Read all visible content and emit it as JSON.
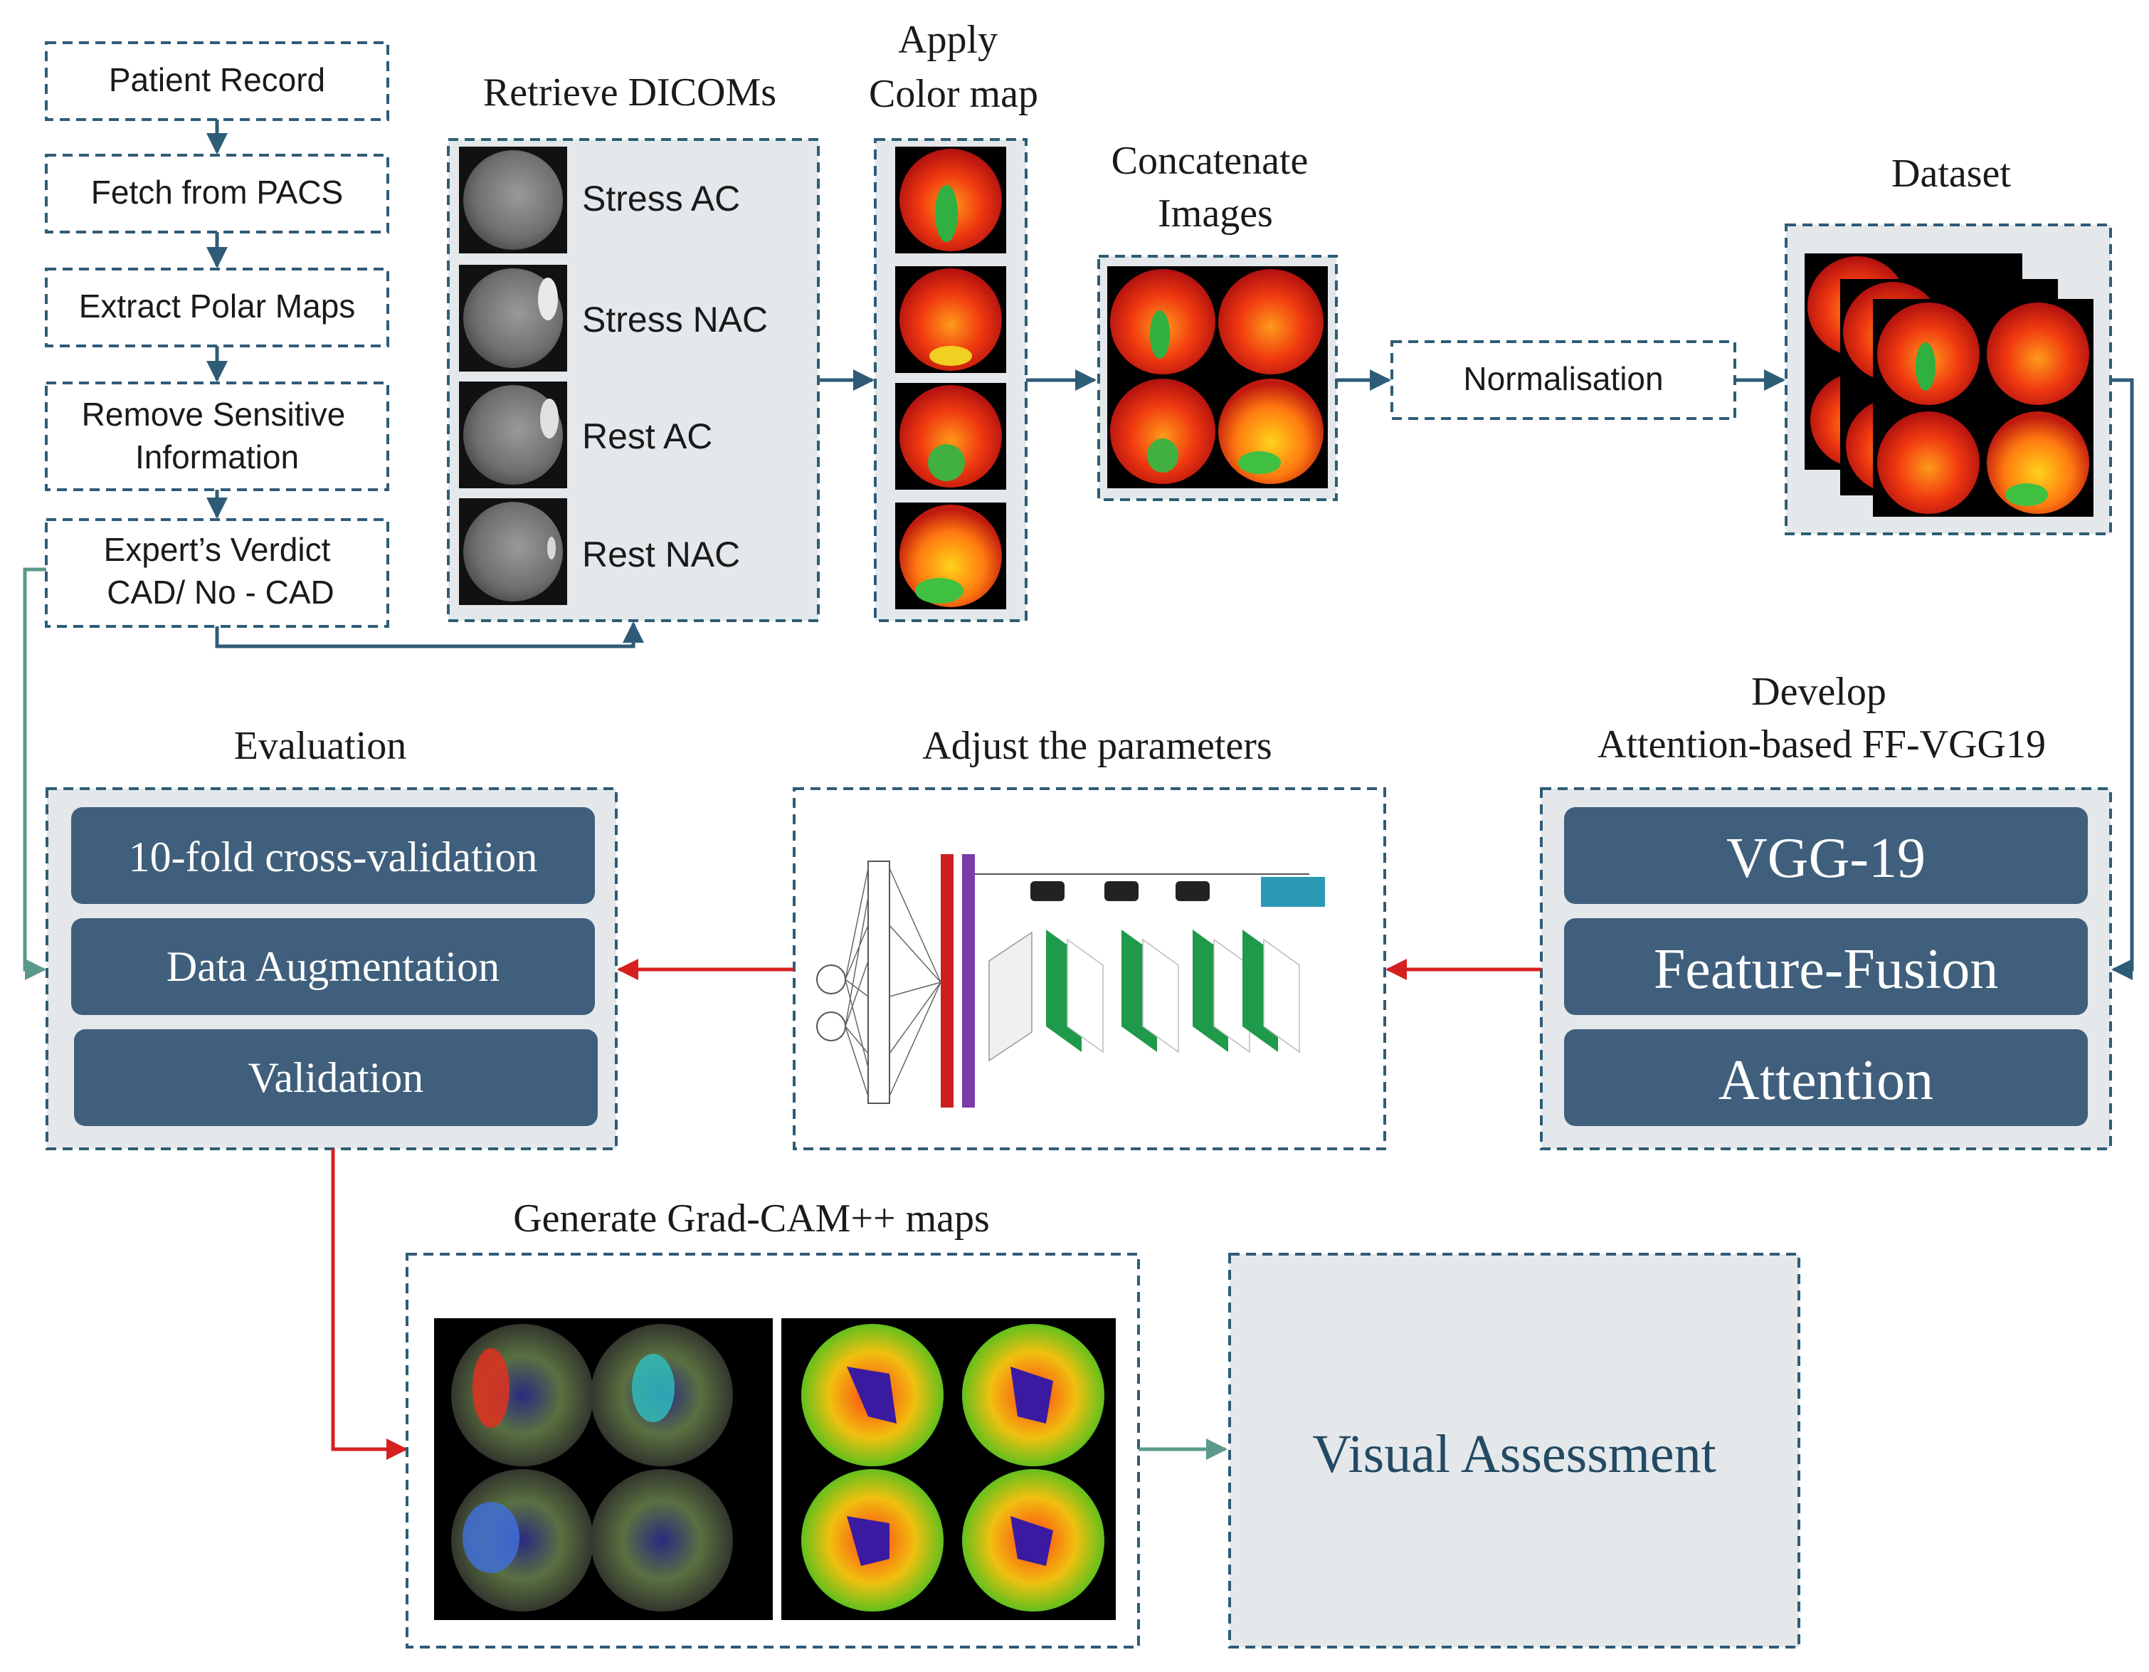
{
  "pipeline": {
    "patient_record": "Patient Record",
    "fetch_pacs": "Fetch from PACS",
    "extract_polar": "Extract Polar Maps",
    "remove_sensitive_1": "Remove Sensitive",
    "remove_sensitive_2": "Information",
    "expert_verdict_1": "Expert’s Verdict",
    "expert_verdict_2": "CAD/ No - CAD"
  },
  "retrieve": {
    "title": "Retrieve DICOMs",
    "items": [
      "Stress AC",
      "Stress NAC",
      "Rest AC",
      "Rest NAC"
    ]
  },
  "colormap": {
    "title_1": "Apply",
    "title_2": "Color map"
  },
  "concatenate": {
    "title_1": "Concatenate",
    "title_2": "Images"
  },
  "normalisation": {
    "label": "Normalisation"
  },
  "dataset": {
    "title": "Dataset"
  },
  "develop": {
    "title_1": "Develop",
    "title_2": "Attention-based FF-VGG19",
    "items": [
      "VGG-19",
      "Feature-Fusion",
      "Attention"
    ]
  },
  "adjust": {
    "title": "Adjust the parameters"
  },
  "evaluation": {
    "title": "Evaluation",
    "items": [
      "10-fold cross-validation",
      "Data Augmentation",
      "Validation"
    ]
  },
  "gradcam": {
    "title": "Generate Grad-CAM++ maps"
  },
  "visual": {
    "label": "Visual Assessment"
  },
  "colors": {
    "border": "#2e5c77",
    "panel_bg": "#e4e8eb",
    "button_bg": "#3f5f7c",
    "arrow_navy": "#2e5c77",
    "arrow_teal": "#5b9a8b",
    "arrow_red": "#d62020"
  }
}
